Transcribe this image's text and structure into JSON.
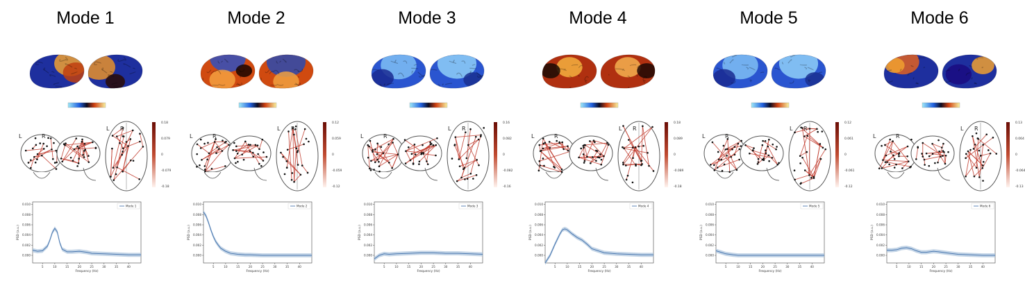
{
  "modes": [
    {
      "title": "Mode 1",
      "brain_theme": "blue-with-warm-posterior",
      "colorbar_ticks": [
        "0.18",
        "0.079",
        "0",
        "-0.079",
        "-0.18"
      ],
      "psd_legend": "Mode 1",
      "psd": {
        "x": [
          1,
          3,
          5,
          7,
          8,
          9,
          10,
          11,
          12,
          13,
          15,
          17,
          20,
          23,
          25,
          30,
          35,
          40,
          45
        ],
        "y": [
          0.001,
          0.0008,
          0.0009,
          0.0018,
          0.003,
          0.0045,
          0.0053,
          0.0046,
          0.0025,
          0.0012,
          0.0007,
          0.0007,
          0.0008,
          0.0006,
          0.0004,
          0.0003,
          0.0002,
          0.0001,
          0.0001
        ]
      }
    },
    {
      "title": "Mode 2",
      "brain_theme": "warm-with-blue-top",
      "colorbar_ticks": [
        "0.12",
        "0.059",
        "0",
        "-0.059",
        "-0.12"
      ],
      "psd_legend": "Mode 2",
      "psd": {
        "x": [
          1,
          2,
          3,
          4,
          5,
          6,
          7,
          8,
          10,
          12,
          15,
          18,
          20,
          25,
          30,
          35,
          40,
          45
        ],
        "y": [
          0.0085,
          0.0078,
          0.0065,
          0.005,
          0.0037,
          0.0027,
          0.002,
          0.0014,
          0.0008,
          0.0004,
          0.0002,
          0.0001,
          0.0001,
          0.0,
          0.0,
          0.0,
          0.0,
          0.0
        ]
      }
    },
    {
      "title": "Mode 3",
      "brain_theme": "blue",
      "colorbar_ticks": [
        "0.16",
        "0.082",
        "0",
        "-0.082",
        "-0.16"
      ],
      "psd_legend": "Mode 3",
      "psd": {
        "x": [
          1,
          3,
          5,
          7,
          10,
          15,
          20,
          25,
          30,
          35,
          40,
          45
        ],
        "y": [
          -0.0007,
          0.0,
          0.0003,
          0.0002,
          0.0003,
          0.0004,
          0.0005,
          0.0005,
          0.0004,
          0.0004,
          0.0003,
          0.0002
        ]
      }
    },
    {
      "title": "Mode 4",
      "brain_theme": "warm-posterior",
      "colorbar_ticks": [
        "0.18",
        "0.089",
        "0",
        "-0.089",
        "-0.18"
      ],
      "psd_legend": "Mode 4",
      "psd": {
        "x": [
          1,
          3,
          5,
          7,
          8,
          9,
          10,
          12,
          14,
          16,
          18,
          20,
          25,
          30,
          35,
          40,
          45
        ],
        "y": [
          -0.0015,
          0.0,
          0.0022,
          0.0042,
          0.005,
          0.0052,
          0.005,
          0.0042,
          0.0035,
          0.003,
          0.0022,
          0.0013,
          0.0005,
          0.0003,
          0.0002,
          0.0001,
          0.0001
        ]
      }
    },
    {
      "title": "Mode 5",
      "brain_theme": "blue",
      "colorbar_ticks": [
        "0.12",
        "0.061",
        "0",
        "-0.061",
        "-0.12"
      ],
      "psd_legend": "Mode 5",
      "psd": {
        "x": [
          1,
          3,
          5,
          8,
          10,
          15,
          20,
          25,
          30,
          35,
          40,
          45
        ],
        "y": [
          0.0009,
          0.0006,
          0.0003,
          0.0001,
          0.0,
          0.0,
          0.0,
          0.0,
          0.0,
          0.0,
          0.0,
          0.0
        ]
      }
    },
    {
      "title": "Mode 6",
      "brain_theme": "warm-frontal",
      "colorbar_ticks": [
        "0.13",
        "0.064",
        "0",
        "-0.064",
        "-0.13"
      ],
      "psd_legend": "Mode 6",
      "psd": {
        "x": [
          1,
          3,
          5,
          7,
          9,
          11,
          13,
          15,
          17,
          20,
          22,
          25,
          30,
          35,
          40,
          45
        ],
        "y": [
          0.001,
          0.001,
          0.0011,
          0.0014,
          0.0015,
          0.0013,
          0.0009,
          0.0006,
          0.0006,
          0.0008,
          0.0007,
          0.0005,
          0.0002,
          0.0001,
          0.0,
          0.0
        ]
      }
    }
  ],
  "psd_axes": {
    "xlabel": "Frequency (Hz)",
    "ylabel": "PSD (a.u.)",
    "xticks": [
      "5",
      "10",
      "15",
      "20",
      "25",
      "30",
      "35",
      "40"
    ],
    "yticks": [
      "0.010",
      "0.008",
      "0.006",
      "0.004",
      "0.002",
      "0.000"
    ],
    "xlim": [
      1,
      45
    ],
    "ylim": [
      -0.0015,
      0.0105
    ]
  },
  "glass_brain_labels": {
    "left": "L",
    "right": "R"
  },
  "colors": {
    "line": "#4a78b0",
    "band": "#a9c2dc",
    "network": "#c0392b",
    "node": "#111111"
  }
}
